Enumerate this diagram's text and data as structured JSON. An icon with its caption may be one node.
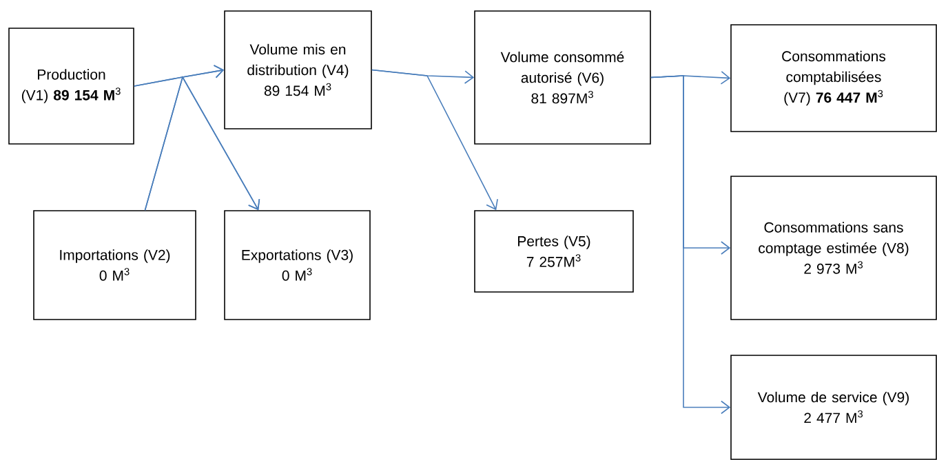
{
  "diagram": {
    "nodes": [
      {
        "text": [
          "Production (V1) **89 154 M**$^{3}$"
        ]
      },
      {
        "text": [
          "Volume mis en distribution (V4)",
          "89 154 M$^{3}$"
        ]
      },
      {
        "text": [
          "Volume consommé autorisé (V6)",
          "81 897M$^{3}$"
        ]
      },
      {
        "text": [
          "Consommations comptabilisées (V7) **76 447 M**$^{3}$"
        ]
      },
      {
        "text": [
          "Importations (V2)",
          "0 M$^{3}$"
        ]
      },
      {
        "text": [
          "Exportations (V3)",
          "0 M$^{3}$"
        ]
      },
      {
        "text": [
          "Pertes (V5)",
          "7 257M$^{3}$"
        ]
      },
      {
        "text": [
          "Consommations sans comptage estimée (V8)",
          "2 973 M$^{3}$"
        ]
      },
      {
        "text": [
          "Volume de service (V9)",
          "2 477  M$^{3}$"
        ]
      }
    ],
    "edges": [
      {
        "from": 0,
        "to": 1,
        "arrow": "to"
      },
      {
        "from": 0,
        "to": 5,
        "arrow": "to"
      },
      {
        "from": 4,
        "to": 1,
        "arrow": "to"
      },
      {
        "from": 4,
        "to": 5,
        "arrow": "to"
      },
      {
        "from": 1,
        "to": 2,
        "arrow": "to"
      },
      {
        "from": 1,
        "to": 6,
        "arrow": "to"
      },
      {
        "from": 2,
        "to": 3,
        "arrow": "to"
      },
      {
        "from": 2,
        "to": 7,
        "arrow": "to"
      },
      {
        "from": 2,
        "to": 8,
        "arrow": "to"
      }
    ]
  }
}
